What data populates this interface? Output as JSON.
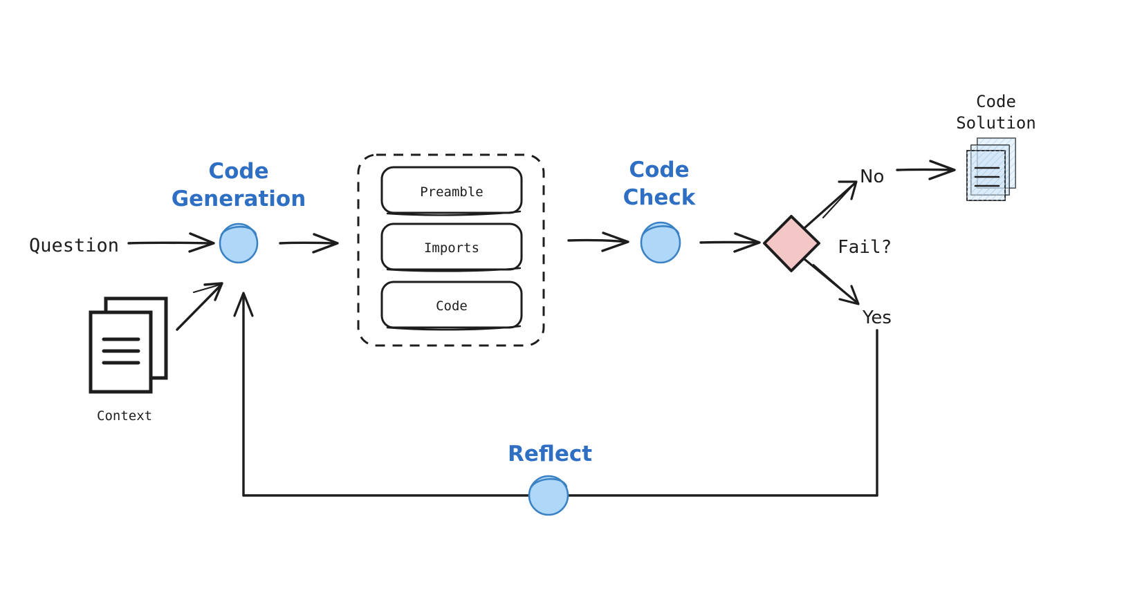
{
  "diagram": {
    "title": "Code generation with reflection flow",
    "background": "#ffffff",
    "colors": {
      "node_blue_fill": "#AFD8F8",
      "node_blue_stroke": "#3B82C4",
      "label_blue": "#2E6FC4",
      "decision_pink_fill": "#F4C7C7",
      "decision_stroke": "#1d1d1d",
      "line": "#1d1d1d",
      "solution_fill": "#CFE4F7"
    },
    "inputs": {
      "question_label": "Question",
      "context_label": "Context"
    },
    "nodes": [
      {
        "id": "code-generation",
        "label": "Code\nGeneration",
        "line1": "Code",
        "line2": "Generation",
        "shape": "circle",
        "color": "#AFD8F8"
      },
      {
        "id": "code-check",
        "label": "Code\nCheck",
        "line1": "Code",
        "line2": "Check",
        "shape": "circle",
        "color": "#AFD8F8"
      },
      {
        "id": "reflect",
        "label": "Reflect",
        "line1": "Reflect",
        "line2": "",
        "shape": "circle",
        "color": "#AFD8F8"
      }
    ],
    "code_block": {
      "container_style": "dashed",
      "items": [
        {
          "id": "preamble",
          "label": "Preamble"
        },
        {
          "id": "imports",
          "label": "Imports"
        },
        {
          "id": "code",
          "label": "Code"
        }
      ]
    },
    "decision": {
      "id": "fail-check",
      "label": "Fail?",
      "shape": "diamond",
      "color": "#F4C7C7",
      "branches": [
        {
          "id": "branch-no",
          "label": "No",
          "target": "code-solution"
        },
        {
          "id": "branch-yes",
          "label": "Yes",
          "target": "reflect"
        }
      ]
    },
    "output": {
      "id": "code-solution",
      "line1": "Code",
      "line2": "Solution",
      "label": "Code Solution"
    }
  }
}
